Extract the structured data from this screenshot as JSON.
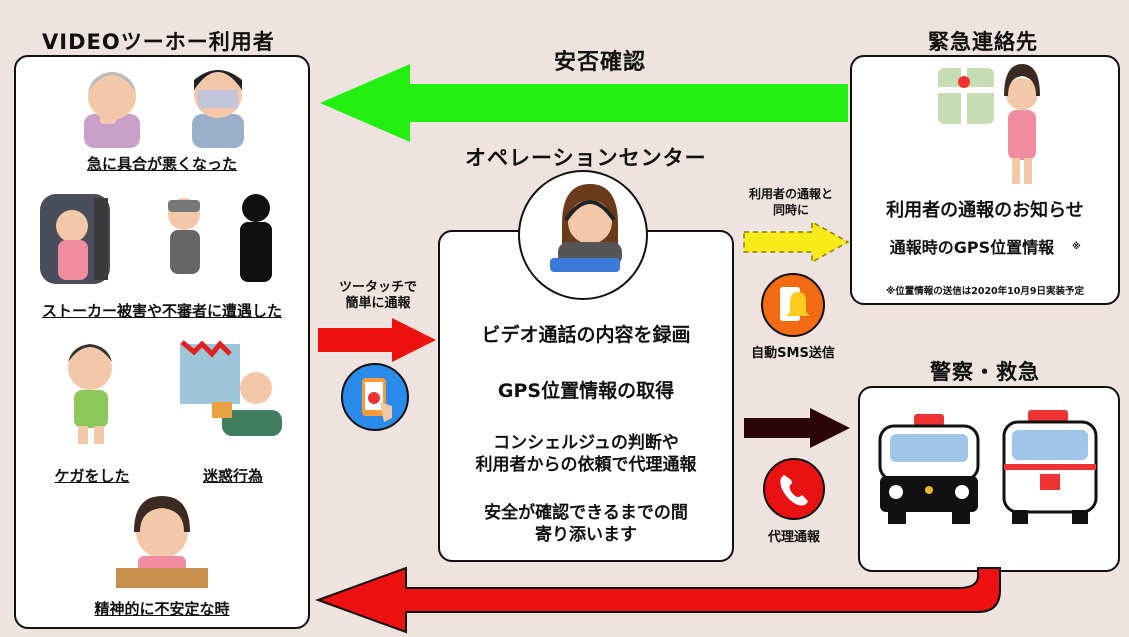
{
  "left_panel": {
    "title": "VIDEOツーホー利用者",
    "items": [
      "急に具合が悪くなった",
      "ストーカー被害や不審者に遭遇した",
      "ケガをした",
      "迷惑行為",
      "精神的に不安定な時"
    ]
  },
  "top_arrow": {
    "label": "安否確認",
    "color": "#22ee11"
  },
  "operation_center": {
    "title": "オペレーションセンター",
    "lines": [
      "ビデオ通話の内容を録画",
      "GPS位置情報の取得",
      "コンシェルジュの判断や",
      "利用者からの依頼で代理通報",
      "安全が確認できるまでの間",
      "寄り添います"
    ]
  },
  "touch_arrow": {
    "label_line1": "ツータッチで",
    "label_line2": "簡単に通報",
    "color": "#ee1111"
  },
  "emergency_contact": {
    "title": "緊急連絡先",
    "line1": "利用者の通報のお知らせ",
    "line2": "通報時のGPS位置情報",
    "mark": "※",
    "note": "※位置情報の送信は2020年10月9日実装予定"
  },
  "sms_arrow": {
    "label_line1": "利用者の通報と",
    "label_line2": "同時に",
    "icon_label": "自動SMS送信",
    "color": "#f5ea1a"
  },
  "police": {
    "title": "警察・救急",
    "arrow_label": "代理通報"
  },
  "bottom_arrow": {
    "color": "#ee1111"
  }
}
